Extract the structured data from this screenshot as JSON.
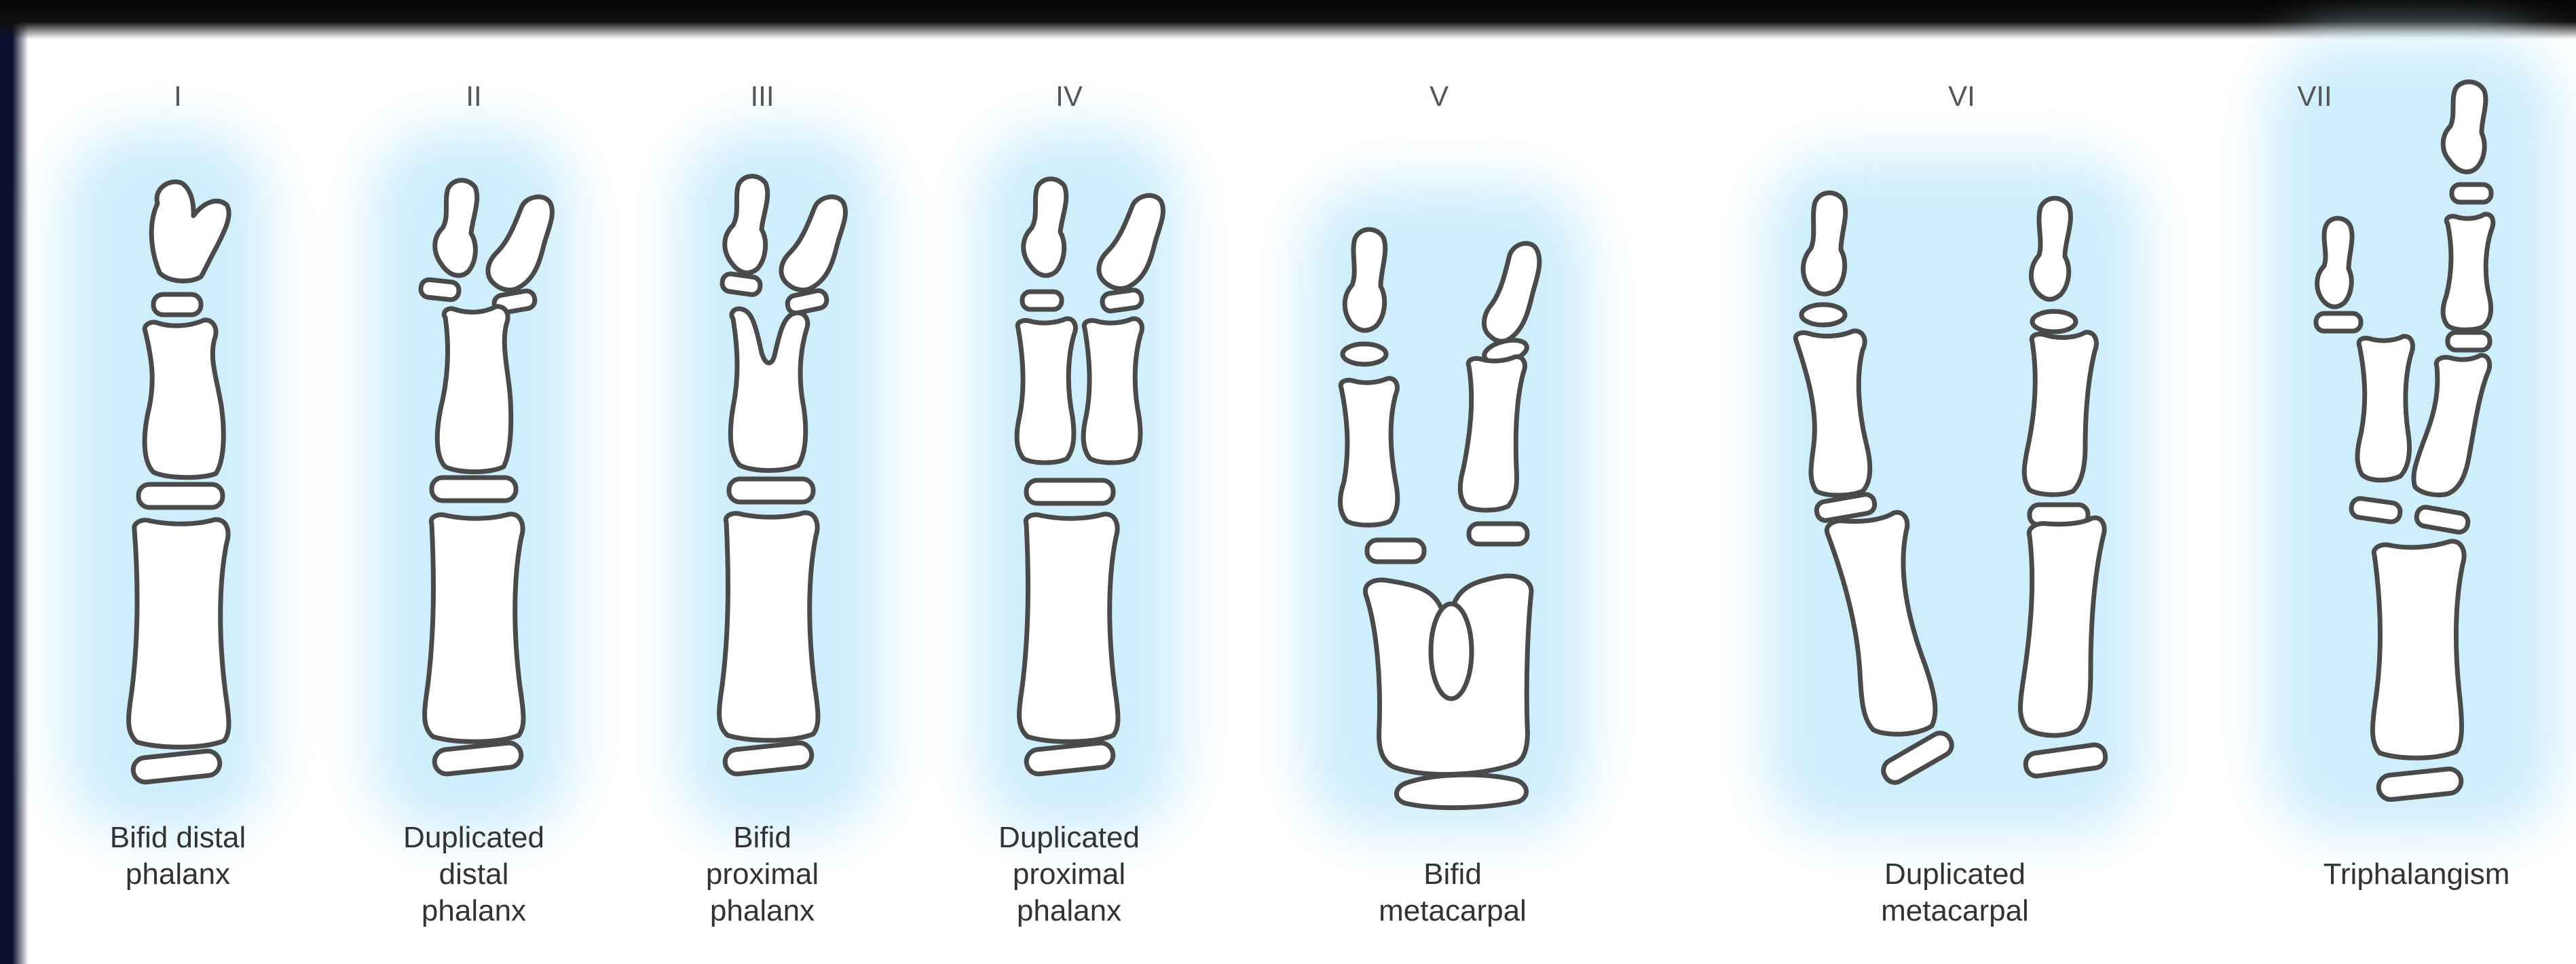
{
  "panels": [
    {
      "numeral": "I",
      "caption": [
        "Bifid distal",
        "phalanx"
      ]
    },
    {
      "numeral": "II",
      "caption": [
        "Duplicated",
        "distal",
        "phalanx"
      ]
    },
    {
      "numeral": "III",
      "caption": [
        "Bifid",
        "proximal",
        "phalanx"
      ]
    },
    {
      "numeral": "IV",
      "caption": [
        "Duplicated",
        "proximal",
        "phalanx"
      ]
    },
    {
      "numeral": "V",
      "caption": [
        "Bifid",
        "metacarpal"
      ]
    },
    {
      "numeral": "VI",
      "caption": [
        "Duplicated",
        "metacarpal"
      ]
    },
    {
      "numeral": "VII",
      "caption": [
        "Triphalangism"
      ]
    }
  ],
  "colors": {
    "glow": "#cfeefc",
    "bone_fill": "#ffffff",
    "outline": "#4a4a4a",
    "text": "#333333"
  }
}
